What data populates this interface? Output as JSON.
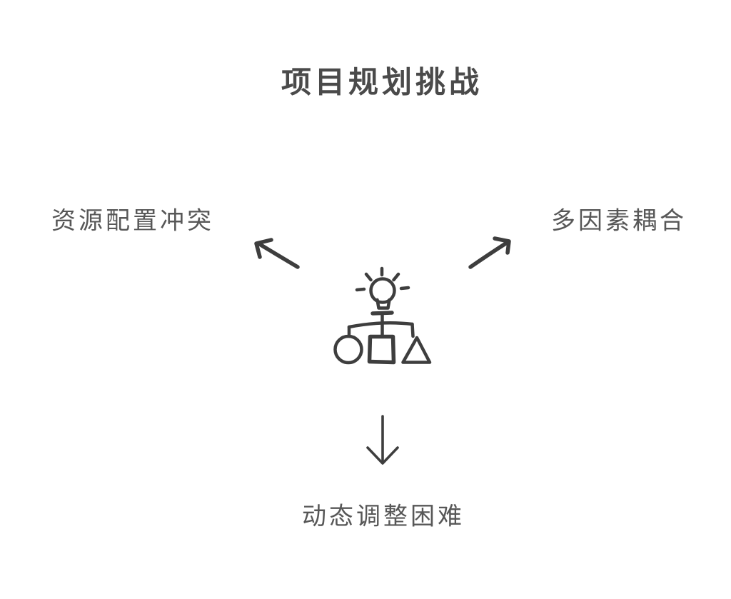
{
  "diagram": {
    "title": "项目规划挑战",
    "center_icon": "idea-balance-scale",
    "nodes": [
      {
        "id": "left",
        "label": "资源配置冲突"
      },
      {
        "id": "right",
        "label": "多因素耦合"
      },
      {
        "id": "bottom",
        "label": "动态调整困难"
      }
    ],
    "colors": {
      "background": "#ffffff",
      "title_text": "#4a4a4a",
      "label_text": "#575757",
      "stroke": "#3e3e3e"
    }
  }
}
